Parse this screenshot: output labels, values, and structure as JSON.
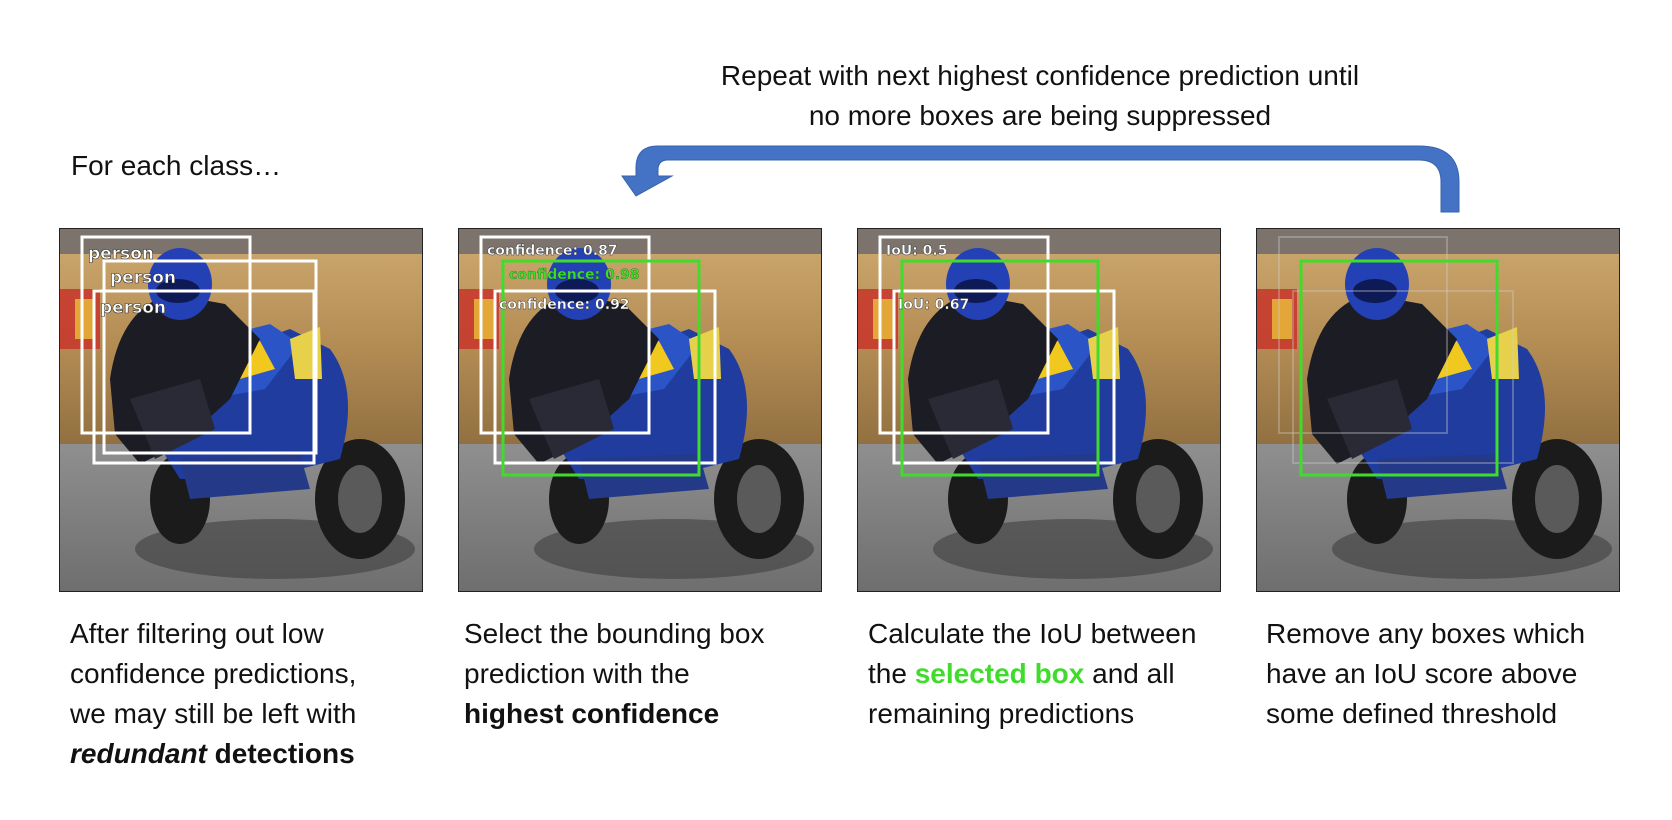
{
  "header": {
    "repeat_line1": "Repeat with next highest confidence prediction until",
    "repeat_line2": "no more boxes are being suppressed",
    "intro": "For each class…"
  },
  "colors": {
    "arrow": "#4472c4",
    "selected_box": "#3fdc2c",
    "box": "#ffffff"
  },
  "panels": [
    {
      "labels": [
        "person",
        "person",
        "person"
      ],
      "caption": {
        "line1": "After filtering out low",
        "line2": "confidence predictions,",
        "line3": "we may still be left with",
        "italic_bold": "redundant",
        "bold": "detections"
      }
    },
    {
      "labels": [
        "confidence: 0.87",
        "confidence: 0.98",
        "confidence: 0.92"
      ],
      "caption": {
        "line1": "Select the bounding box",
        "line2": "prediction with the",
        "bold": "highest confidence"
      }
    },
    {
      "labels": [
        "IoU: 0.5",
        "IoU: 0.67"
      ],
      "caption": {
        "line1": "Calculate the IoU between",
        "pre": "the",
        "green": "selected box",
        "post": "and all",
        "line3": "remaining predictions"
      }
    },
    {
      "labels": [],
      "caption": {
        "line1": "Remove any boxes which",
        "line2": "have an IoU score above",
        "line3": "some defined threshold"
      }
    }
  ]
}
